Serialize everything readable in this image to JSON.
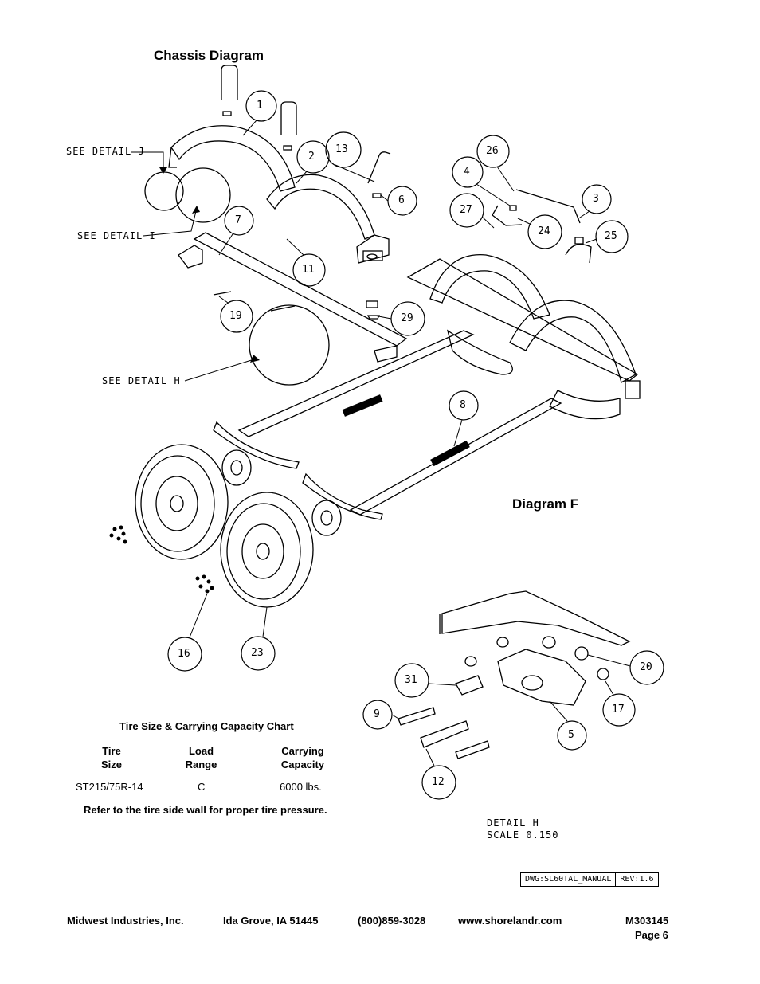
{
  "titles": {
    "chassis": "Chassis Diagram",
    "diagram_f": "Diagram  F"
  },
  "detail_labels": {
    "j": "SEE DETAIL  J",
    "i": "SEE DETAIL  I",
    "h": "SEE DETAIL  H"
  },
  "callouts": [
    "1",
    "2",
    "13",
    "6",
    "7",
    "11",
    "19",
    "29",
    "26",
    "4",
    "27",
    "24",
    "3",
    "25",
    "8",
    "16",
    "23",
    "31",
    "9",
    "12",
    "5",
    "17",
    "20"
  ],
  "detail_h": {
    "line1": "DETAIL  H",
    "line2": "SCALE  0.150"
  },
  "tire_chart": {
    "title": "Tire Size & Carrying Capacity Chart",
    "headers": [
      {
        "line1": "Tire",
        "line2": "Size"
      },
      {
        "line1": "Load",
        "line2": "Range"
      },
      {
        "line1": "Carrying",
        "line2": "Capacity"
      }
    ],
    "row": [
      "ST215/75R-14",
      "C",
      "6000 lbs."
    ],
    "note": "Refer to the tire side wall for proper tire pressure."
  },
  "dwg": {
    "name": "DWG:SL60TAL_MANUAL",
    "rev": "REV:1.6"
  },
  "footer": {
    "company": "Midwest Industries, Inc.",
    "city": "Ida Grove, IA  51445",
    "phone": "(800)859-3028",
    "web": "www.shorelandr.com",
    "doc_no": "M303145",
    "page": "Page 6"
  }
}
